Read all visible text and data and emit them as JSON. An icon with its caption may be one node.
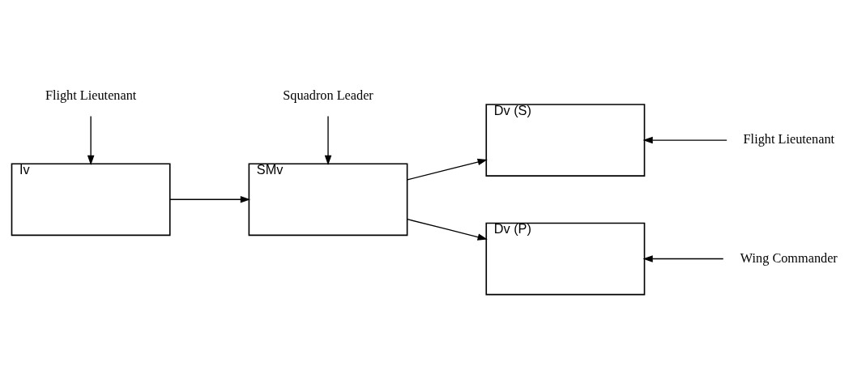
{
  "diagram": {
    "nodes": [
      {
        "text": [
          "Dv (S)"
        ]
      },
      {
        "text": [
          "Flight Lieutenant"
        ]
      },
      {
        "text": [
          "Iv"
        ]
      },
      {
        "text": [
          "SMv"
        ]
      },
      {
        "text": [
          "Dv (P)"
        ]
      },
      {
        "text": [
          "Wing Commander"
        ]
      },
      {
        "text": [
          "Flight Lieutenant"
        ]
      },
      {
        "text": [
          "Squadron Leader"
        ]
      }
    ],
    "edges": [
      {
        "from": 1,
        "to": 0,
        "arrow": "to"
      },
      {
        "from": 2,
        "to": 3,
        "arrow": "to"
      },
      {
        "from": 3,
        "to": 0,
        "arrow": "to"
      },
      {
        "from": 3,
        "to": 4,
        "arrow": "to"
      },
      {
        "from": 5,
        "to": 4,
        "arrow": "to"
      },
      {
        "from": 6,
        "to": 2,
        "arrow": "to"
      },
      {
        "from": 7,
        "to": 3,
        "arrow": "to"
      }
    ]
  }
}
